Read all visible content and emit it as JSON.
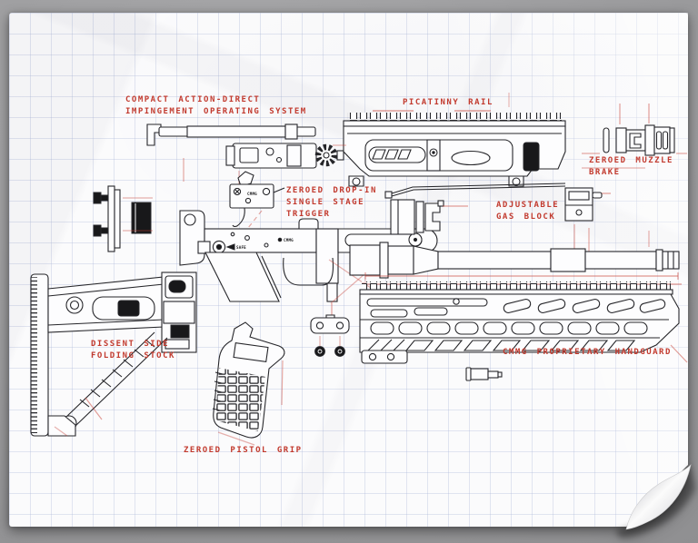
{
  "document": {
    "kind": "exploded rifle parts diagram hand-drawn on crumpled grid paper",
    "sheet": "grid-paper with curled bottom-right corner"
  },
  "labels": {
    "operating_system": {
      "lines": [
        "COMPACT ACTION-DIRECT",
        "IMPINGEMENT OPERATING SYSTEM"
      ]
    },
    "picatinny_rail": {
      "lines": [
        "PICATINNY RAIL"
      ]
    },
    "muzzle_brake": {
      "lines": [
        "ZEROED MUZZLE",
        "BRAKE"
      ]
    },
    "trigger": {
      "lines": [
        "ZEROED DROP-IN",
        "SINGLE STAGE",
        "TRIGGER"
      ]
    },
    "gas_block": {
      "lines": [
        "ADJUSTABLE",
        "GAS BLOCK"
      ]
    },
    "folding_stock": {
      "lines": [
        "DISSENT SIDE",
        "FOLDING STOCK"
      ]
    },
    "handguard": {
      "lines": [
        "CMMG PROPRIETARY HANDGUARD"
      ]
    },
    "pistol_grip": {
      "lines": [
        "ZEROED PISTOL GRIP"
      ]
    }
  },
  "markings": {
    "selector": "SAFE",
    "logo": "CMMG"
  },
  "parts_depicted": [
    "charging-handle-and-bolt-carrier-group",
    "upper-receiver-with-picatinny-rail",
    "crush-washer-and-muzzle-brake",
    "stock-adapter-plate-and-screws",
    "drop-in-trigger-assembly",
    "lower-receiver",
    "barrel-nut",
    "gas-tube-and-adjustable-gas-block",
    "barrel",
    "mlok-handguard",
    "handguard-screw",
    "pin-plate-and-screws",
    "side-folding-stock",
    "pistol-grip"
  ],
  "colors": {
    "annotation_red": "#c23a2e",
    "ink": "#26262a",
    "grid_line": "#a8b4d6",
    "paper": "#fbfbfc",
    "concrete_background": "#9b9b9d"
  }
}
